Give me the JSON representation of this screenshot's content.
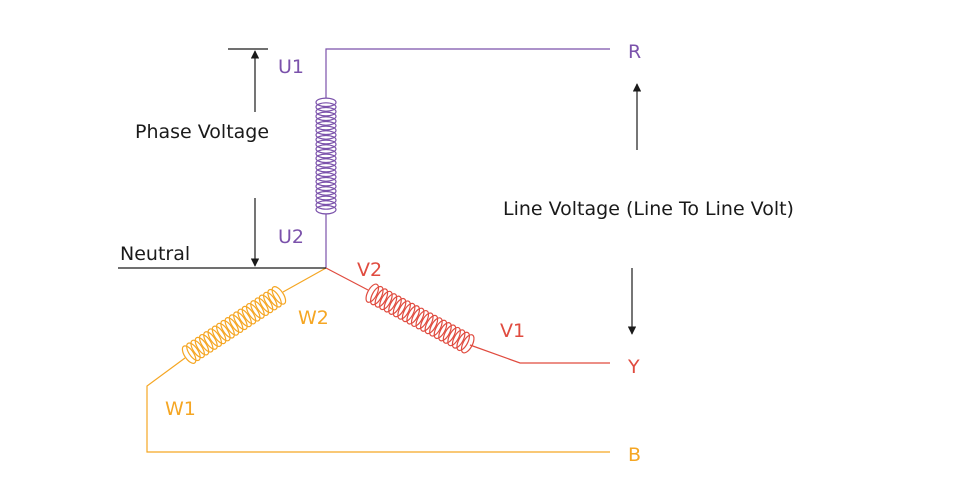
{
  "colors": {
    "u_phase": "#7b52ab",
    "v_phase": "#e04b3f",
    "w_phase": "#f5a623",
    "annotation": "#1a1a1a"
  },
  "labels": {
    "u1": "U1",
    "u2": "U2",
    "v1": "V1",
    "v2": "V2",
    "w1": "W1",
    "w2": "W2",
    "r": "R",
    "y": "Y",
    "b": "B",
    "phase_voltage": "Phase Voltage",
    "neutral": "Neutral",
    "line_voltage": "Line Voltage (Line To Line Volt)"
  }
}
